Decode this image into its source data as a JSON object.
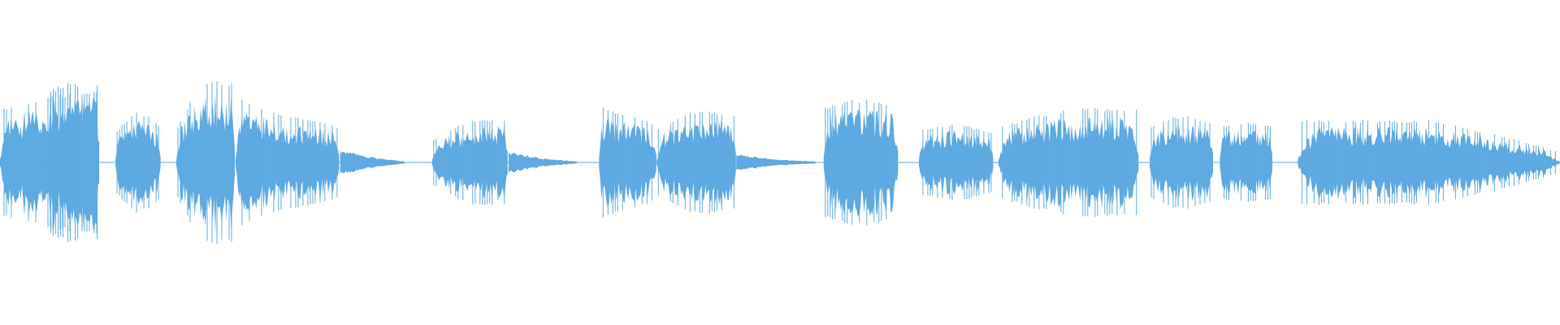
{
  "waveform": {
    "color": "#5DA9E1",
    "background": "#FFFFFF",
    "normalized_center": 0.5,
    "segments": [
      {
        "kind": "sound",
        "start": 0.0,
        "end": 0.064,
        "amp": [
          0.42,
          0.52,
          0.58
        ],
        "mid": 0.61
      },
      {
        "kind": "sound",
        "start": 0.03,
        "end": 0.064,
        "amp": [
          0.58,
          0.66,
          0.62
        ],
        "mid": 0.64
      },
      {
        "kind": "sound",
        "start": 0.074,
        "end": 0.103,
        "amp": [
          0.24,
          0.42,
          0.29
        ],
        "mid": 0.43
      },
      {
        "kind": "sound",
        "start": 0.113,
        "end": 0.151,
        "amp": [
          0.26,
          0.66,
          0.63
        ],
        "mid": 0.71
      },
      {
        "kind": "sound",
        "start": 0.151,
        "end": 0.218,
        "amp": [
          0.54,
          0.38,
          0.29
        ],
        "mid": 0.36
      },
      {
        "kind": "fade",
        "start": 0.218,
        "end": 0.26,
        "amp": [
          0.12,
          0.05,
          0.01
        ]
      },
      {
        "kind": "sound",
        "start": 0.277,
        "end": 0.326,
        "amp": [
          0.18,
          0.32,
          0.36
        ],
        "mid": 0.4
      },
      {
        "kind": "fade",
        "start": 0.326,
        "end": 0.37,
        "amp": [
          0.1,
          0.04,
          0.01
        ]
      },
      {
        "kind": "sound",
        "start": 0.384,
        "end": 0.421,
        "amp": [
          0.46,
          0.36,
          0.31
        ],
        "mid": 0.42
      },
      {
        "kind": "sound",
        "start": 0.421,
        "end": 0.472,
        "amp": [
          0.27,
          0.43,
          0.39
        ],
        "mid": 0.39
      },
      {
        "kind": "fade",
        "start": 0.472,
        "end": 0.523,
        "amp": [
          0.08,
          0.03,
          0.01
        ]
      },
      {
        "kind": "sound",
        "start": 0.528,
        "end": 0.576,
        "amp": [
          0.44,
          0.52,
          0.47
        ],
        "mid": 0.49
      },
      {
        "kind": "sound",
        "start": 0.589,
        "end": 0.637,
        "amp": [
          0.26,
          0.3,
          0.24
        ],
        "mid": 0.34
      },
      {
        "kind": "sound",
        "start": 0.64,
        "end": 0.73,
        "amp": [
          0.28,
          0.43,
          0.44
        ],
        "mid": 0.45
      },
      {
        "kind": "sound",
        "start": 0.737,
        "end": 0.778,
        "amp": [
          0.28,
          0.38,
          0.32
        ],
        "mid": 0.41
      },
      {
        "kind": "sound",
        "start": 0.782,
        "end": 0.816,
        "amp": [
          0.3,
          0.32,
          0.31
        ],
        "mid": 0.31
      },
      {
        "kind": "sound",
        "start": 0.832,
        "end": 1.0,
        "amp": [
          0.34,
          0.33,
          0.08
        ],
        "mid": 0.38
      }
    ],
    "silence_gaps": [
      {
        "start": 0.26,
        "end": 0.276
      },
      {
        "start": 0.37,
        "end": 0.383
      },
      {
        "start": 0.523,
        "end": 0.527
      }
    ]
  }
}
